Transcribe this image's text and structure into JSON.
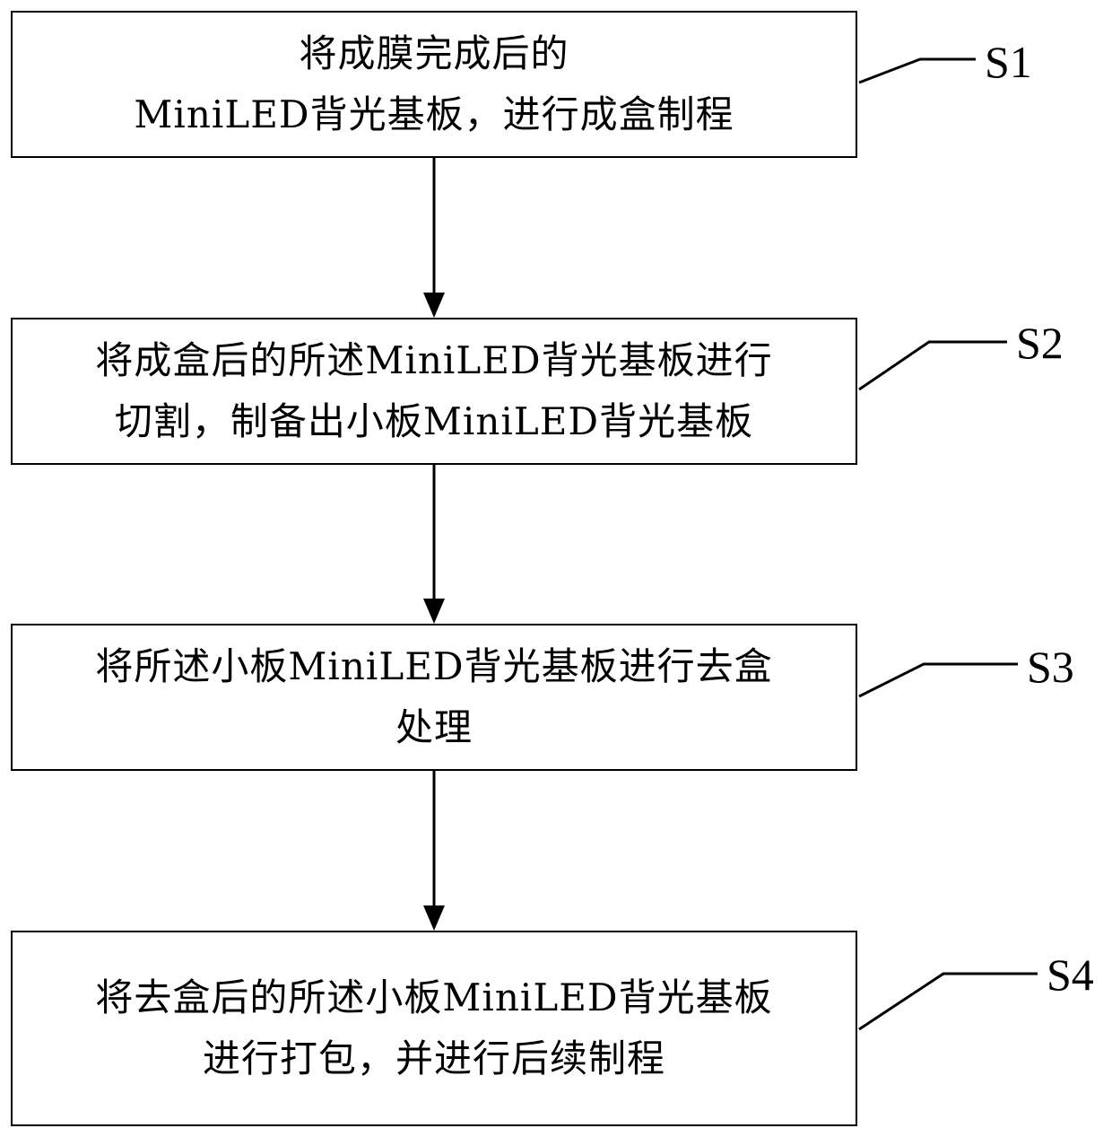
{
  "steps": [
    {
      "label": "S1",
      "lines": [
        "将成膜完成后的",
        "MiniLED背光基板，进行成盒制程"
      ]
    },
    {
      "label": "S2",
      "lines": [
        "将成盒后的所述MiniLED背光基板进行",
        "切割，制备出小板MiniLED背光基板"
      ]
    },
    {
      "label": "S3",
      "lines": [
        "将所述小板MiniLED背光基板进行去盒",
        "处理"
      ]
    },
    {
      "label": "S4",
      "lines": [
        "将去盒后的所述小板MiniLED背光基板",
        "进行打包，并进行后续制程"
      ]
    }
  ],
  "colors": {
    "stroke": "#000000",
    "background": "#ffffff"
  }
}
